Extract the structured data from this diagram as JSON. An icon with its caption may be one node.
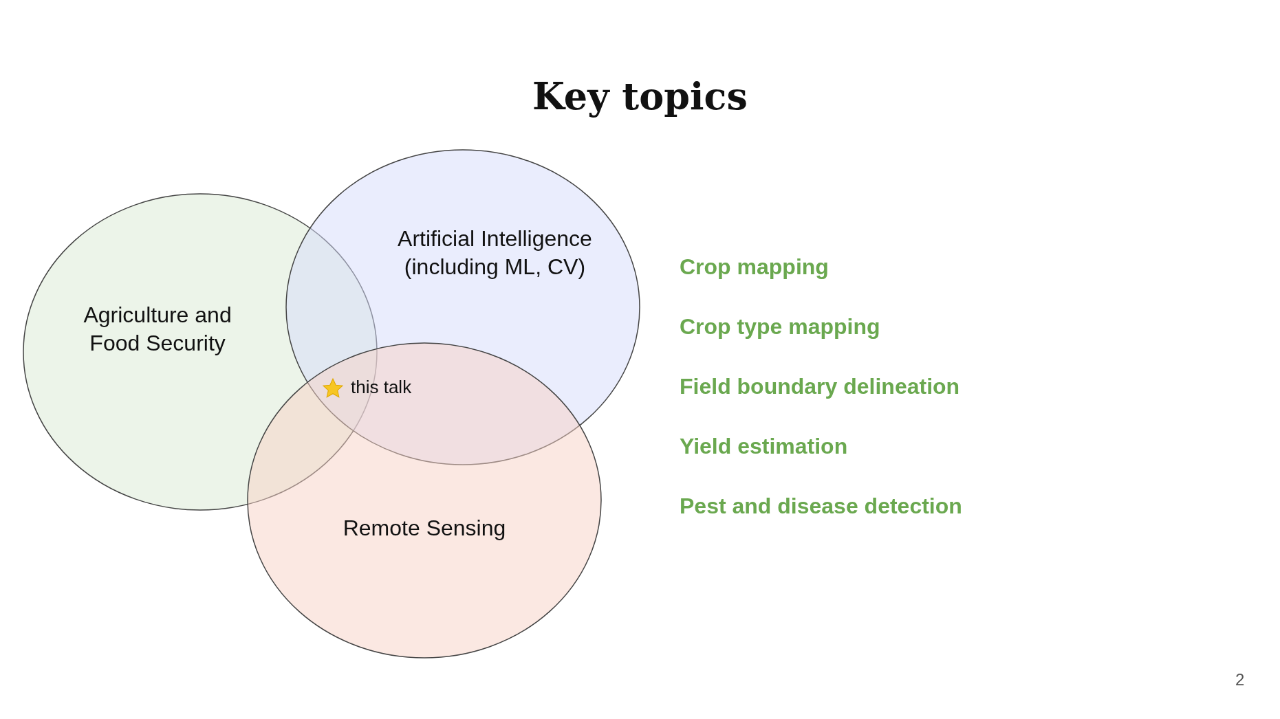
{
  "diagram": {
    "title": "Key topics",
    "nodes": [
      {
        "text": [
          "Agriculture and Food Security"
        ]
      },
      {
        "text": [
          "Artificial Intelligence (including ML, CV)"
        ]
      },
      {
        "text": [
          "Remote Sensing"
        ]
      }
    ],
    "labels": [
      "this talk",
      "Crop mapping",
      "Crop type mapping",
      "Field boundary delineation",
      "Yield estimation",
      "Pest and disease detection",
      "2"
    ]
  }
}
